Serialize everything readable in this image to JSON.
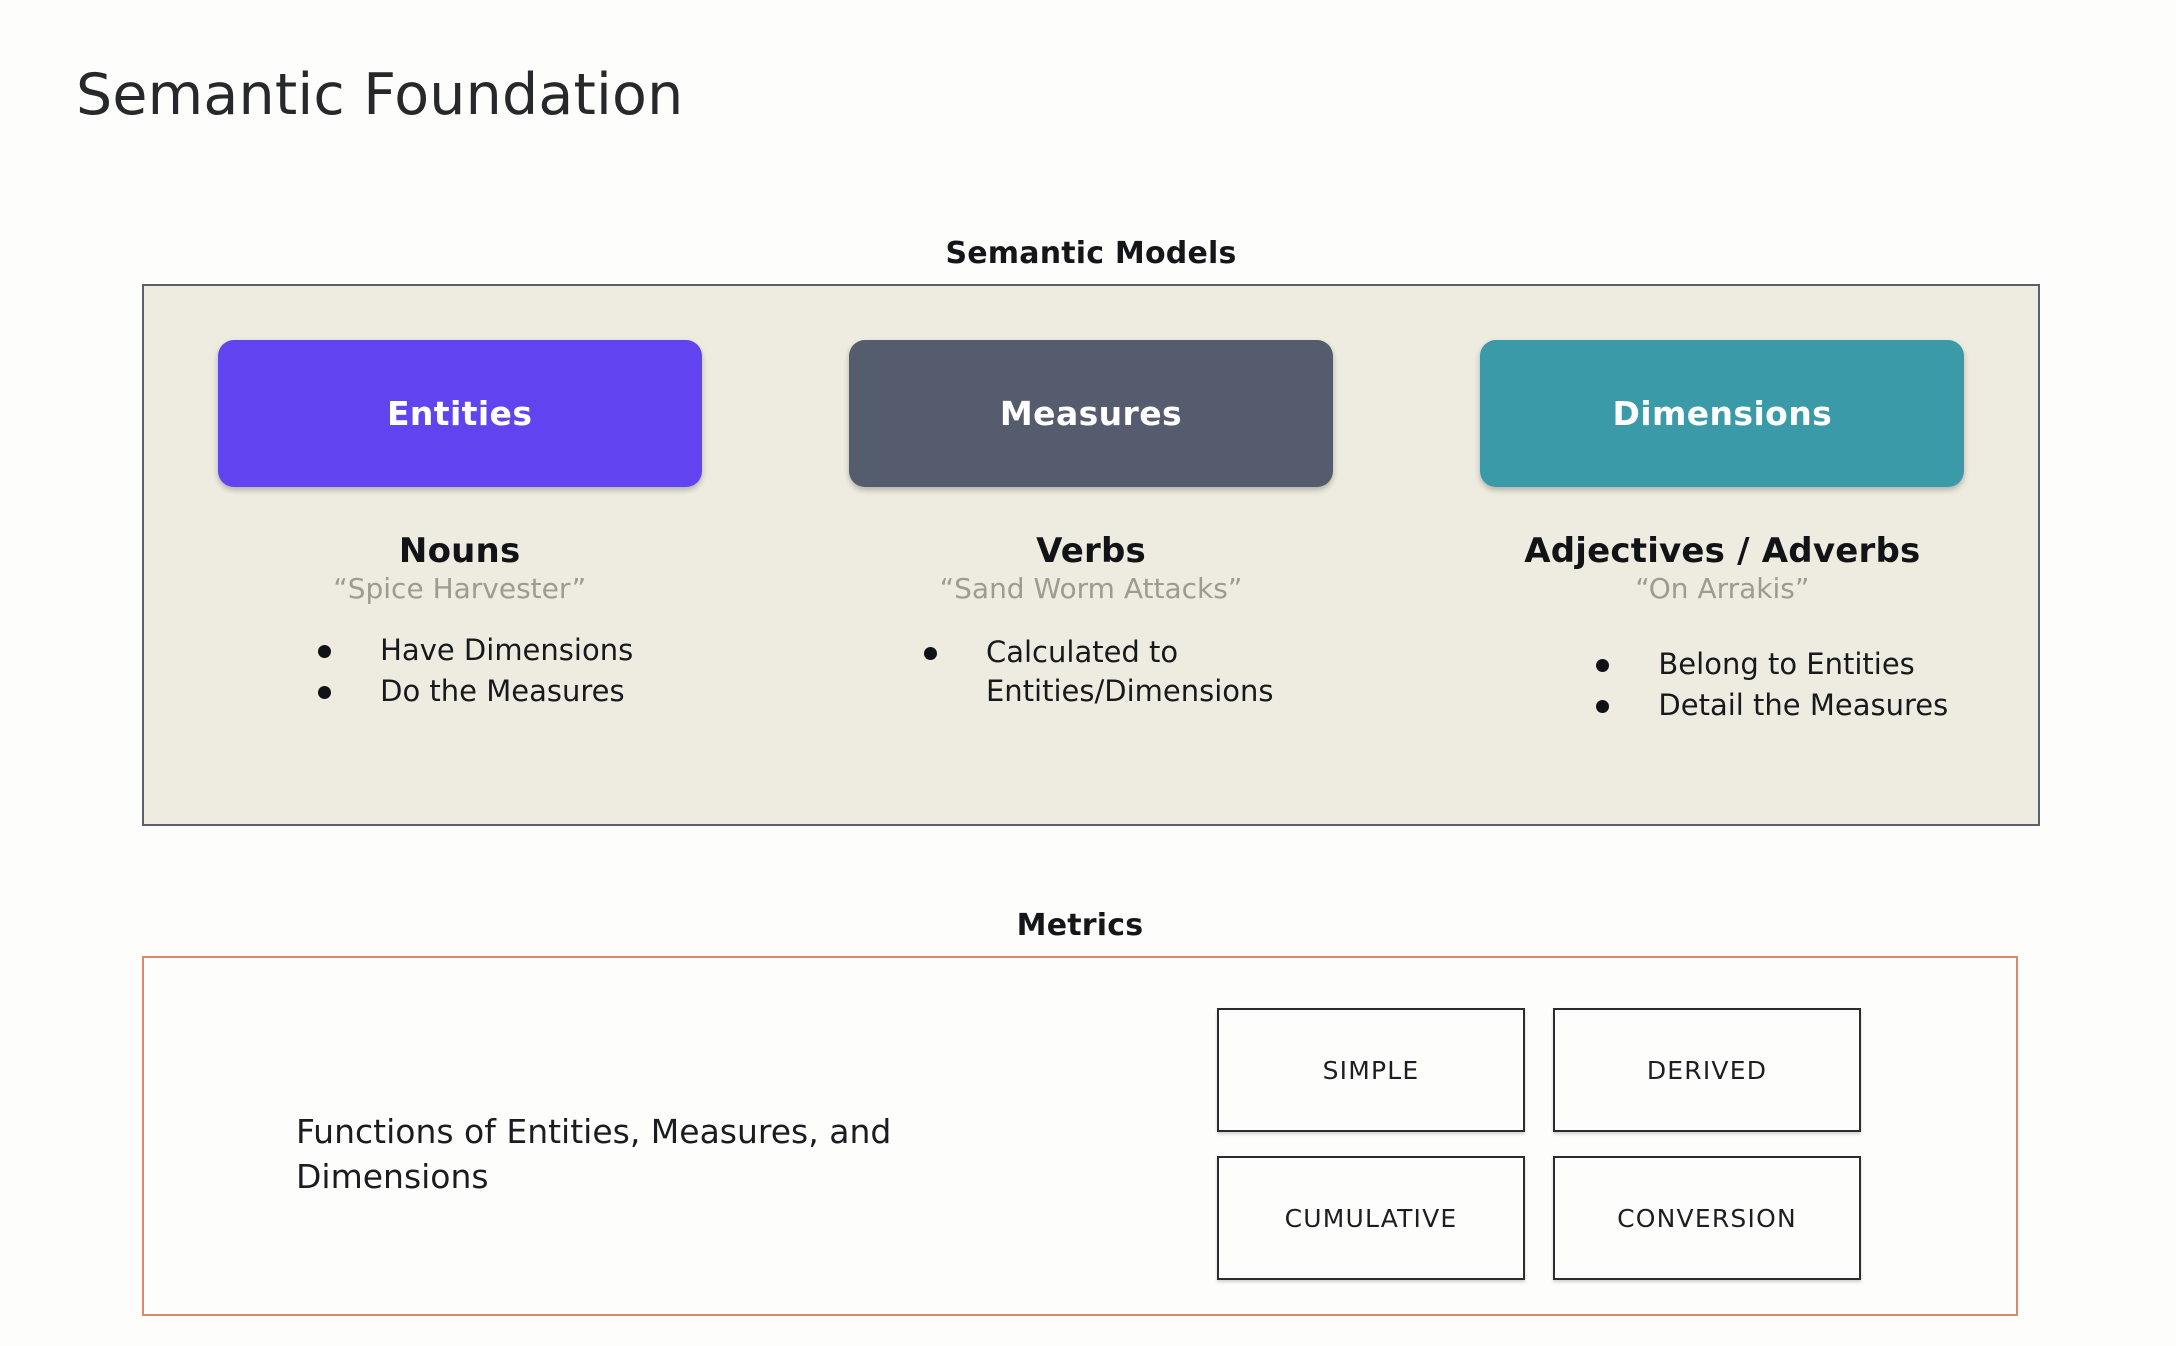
{
  "page": {
    "title": "Semantic Foundation",
    "background_color": "#fdfdfb"
  },
  "semantic_models": {
    "heading": "Semantic Models",
    "panel_background": "#eeece0",
    "panel_border_color": "#5a6070",
    "columns": [
      {
        "pill_label": "Entities",
        "pill_color": "#6144f0",
        "part_of_speech": "Nouns",
        "example": "“Spice Harvester”",
        "bullets": [
          "Have Dimensions",
          "Do the Measures"
        ]
      },
      {
        "pill_label": "Measures",
        "pill_color": "#555c6e",
        "part_of_speech": "Verbs",
        "example": "“Sand Worm Attacks”",
        "bullets": [
          "Calculated to Entities/Dimensions"
        ]
      },
      {
        "pill_label": "Dimensions",
        "pill_color": "#3a9aa7",
        "part_of_speech": "Adjectives / Adverbs",
        "example": "“On Arrakis”",
        "bullets": [
          "Belong to Entities",
          "Detail the Measures"
        ]
      }
    ]
  },
  "metrics": {
    "heading": "Metrics",
    "panel_border_color": "#e0886a",
    "description": "Functions of Entities, Measures, and Dimensions",
    "types": [
      "SIMPLE",
      "DERIVED",
      "CUMULATIVE",
      "CONVERSION"
    ]
  }
}
